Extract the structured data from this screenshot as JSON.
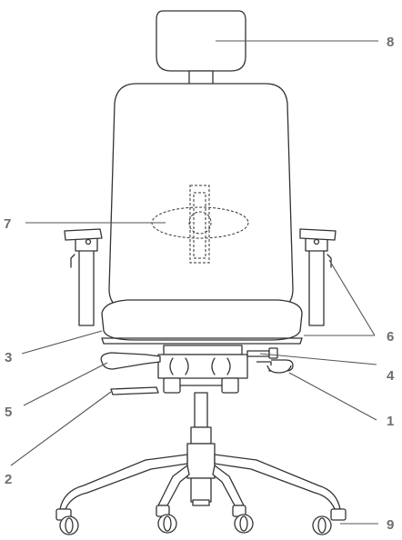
{
  "callouts": [
    {
      "number": "1"
    },
    {
      "number": "2"
    },
    {
      "number": "3"
    },
    {
      "number": "4"
    },
    {
      "number": "5"
    },
    {
      "number": "6"
    },
    {
      "number": "7"
    },
    {
      "number": "8"
    },
    {
      "number": "9"
    }
  ],
  "colors": {
    "line": "#333333",
    "label": "#6e6e6e",
    "background": "#ffffff"
  }
}
